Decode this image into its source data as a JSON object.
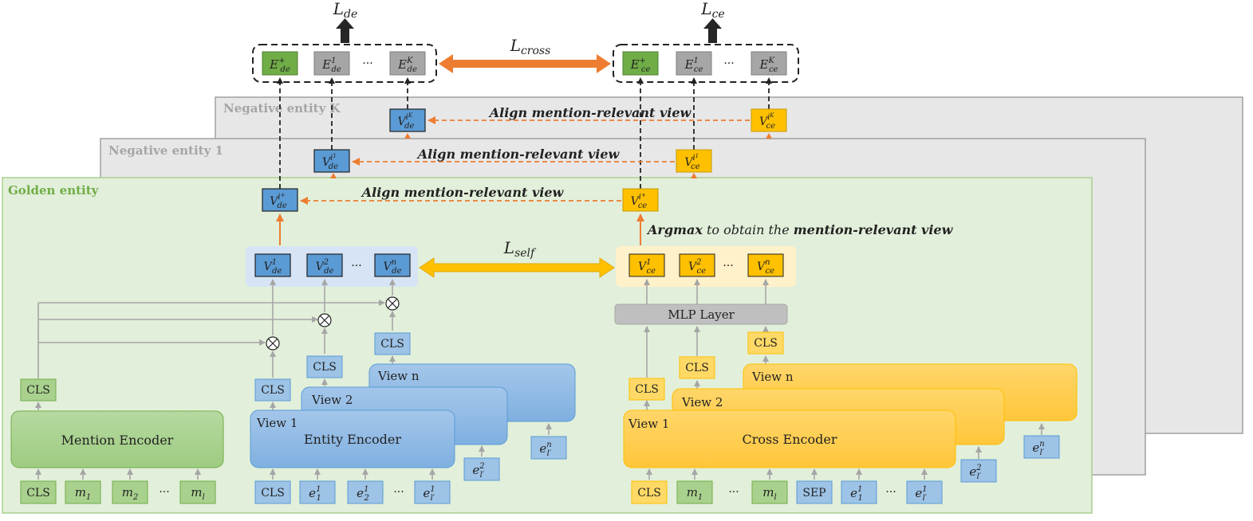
{
  "panels": {
    "golden": "Golden entity",
    "negative_1": "Negative entity 1",
    "negative_k": "Negative entity K"
  },
  "losses": {
    "de": {
      "base": "L",
      "sub": "de"
    },
    "ce": {
      "base": "L",
      "sub": "ce"
    },
    "cross": {
      "base": "L",
      "sub": "cross"
    },
    "self": {
      "base": "L",
      "sub": "self"
    }
  },
  "top_embeddings": {
    "de": [
      {
        "base": "E",
        "sub": "de",
        "sup": "+"
      },
      {
        "base": "E",
        "sub": "de",
        "sup": "1"
      },
      {
        "base": "E",
        "sub": "de",
        "sup": "K"
      }
    ],
    "ce": [
      {
        "base": "E",
        "sub": "ce",
        "sup": "+"
      },
      {
        "base": "E",
        "sub": "ce",
        "sup": "1"
      },
      {
        "base": "E",
        "sub": "ce",
        "sup": "K"
      }
    ],
    "ellipsis": "···"
  },
  "selected_views": {
    "de_pos": {
      "base": "V",
      "sub": "de",
      "sup": "i",
      "supsup": "+"
    },
    "de_1": {
      "base": "V",
      "sub": "de",
      "sup": "i",
      "supsup": "1"
    },
    "de_k": {
      "base": "V",
      "sub": "de",
      "sup": "i",
      "supsup": "K"
    },
    "ce_pos": {
      "base": "V",
      "sub": "ce",
      "sup": "i",
      "supsup": "+"
    },
    "ce_1": {
      "base": "V",
      "sub": "ce",
      "sup": "i",
      "supsup": "1"
    },
    "ce_k": {
      "base": "V",
      "sub": "ce",
      "sup": "i",
      "supsup": "K"
    }
  },
  "align_label": "Align mention-relevant view",
  "argmax": {
    "bold": "Argmax",
    "middle": " to obtain the ",
    "end": "mention-relevant view"
  },
  "view_vectors": {
    "de": [
      {
        "base": "V",
        "sub": "de",
        "sup": "1"
      },
      {
        "base": "V",
        "sub": "de",
        "sup": "2"
      },
      {
        "base": "V",
        "sub": "de",
        "sup": "n"
      }
    ],
    "ce": [
      {
        "base": "V",
        "sub": "ce",
        "sup": "1"
      },
      {
        "base": "V",
        "sub": "ce",
        "sup": "2"
      },
      {
        "base": "V",
        "sub": "ce",
        "sup": "n"
      }
    ]
  },
  "cls": "CLS",
  "sep": "SEP",
  "mlp_layer": "MLP Layer",
  "mention_encoder": "Mention Encoder",
  "entity_encoder": "Entity Encoder",
  "cross_encoder": "Cross Encoder",
  "views": {
    "v1": "View 1",
    "v2": "View 2",
    "vn": "View n"
  },
  "mention_tokens": [
    {
      "base": "m",
      "sub": "1"
    },
    {
      "base": "m",
      "sub": "2"
    },
    {
      "base": "m",
      "sub": "l"
    }
  ],
  "entity_tokens": [
    {
      "base": "e",
      "sub": "1",
      "sup": "1"
    },
    {
      "base": "e",
      "sub": "2",
      "sup": "1"
    },
    {
      "base": "e",
      "sub": "l′",
      "sup": "1"
    }
  ],
  "entity_view_tokens": {
    "v2": {
      "base": "e",
      "sub": "l′",
      "sup": "2"
    },
    "vn": {
      "base": "e",
      "sub": "l′",
      "sup": "n"
    }
  },
  "colors": {
    "green": "#70ad47",
    "green_fill": "#a9d18e",
    "blue": "#5b9bd5",
    "blue_fill": "#9dc3e6",
    "orange": "#ed7d31",
    "gold": "#ffc000",
    "gray_panel": "#e7e7e7",
    "golden_panel": "#e2efda"
  }
}
